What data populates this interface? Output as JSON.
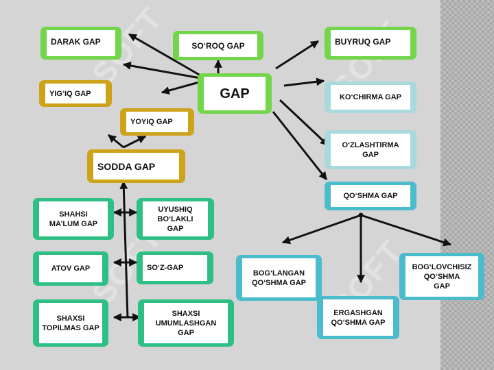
{
  "nodes": {
    "gap": "GAP",
    "darak": "DARAK  GAP",
    "soroq": "SO‘ROQ  GAP",
    "buyruq": "BUYRUQ GAP",
    "yigiq": "YIG‘IQ GAP",
    "yoyiq": "YOYIQ  GAP",
    "sodda": "SODDA  GAP",
    "kochirma": "KO‘CHIRMA GAP",
    "ozlashtirma": "O‘ZLASHTIRMA\nGAP",
    "qoshma": "QO‘SHMA  GAP",
    "shahsi": "SHAHSI\nMA’LUM GAP",
    "uyushiq": "UYUSHIQ\nBO‘LAKLI\nGAP",
    "atov": "ATOV GAP",
    "sozgap": "SO‘Z-GAP",
    "topilmas": "SHAXSI\nTOPILMAS GAP",
    "umumlashgan": "SHAXSI\nUMUMLASHGAN\nGAP",
    "boglangan": "BOG‘LANGAN\nQO‘SHMA GAP",
    "ergashgan": "ERGASHGAN\nQO‘SHMA GAP",
    "boglovchisiz": "BOG‘LOVCHISIZ\nQO‘SHMA\nGAP"
  },
  "watermark": "SOFT",
  "colors": {
    "root": "#73d64a",
    "simple": "#cda31a",
    "simple_types": "#2ebf84",
    "speech": "#a8d9dc",
    "compound": "#4bbccb",
    "background": "#d5d5d5"
  }
}
